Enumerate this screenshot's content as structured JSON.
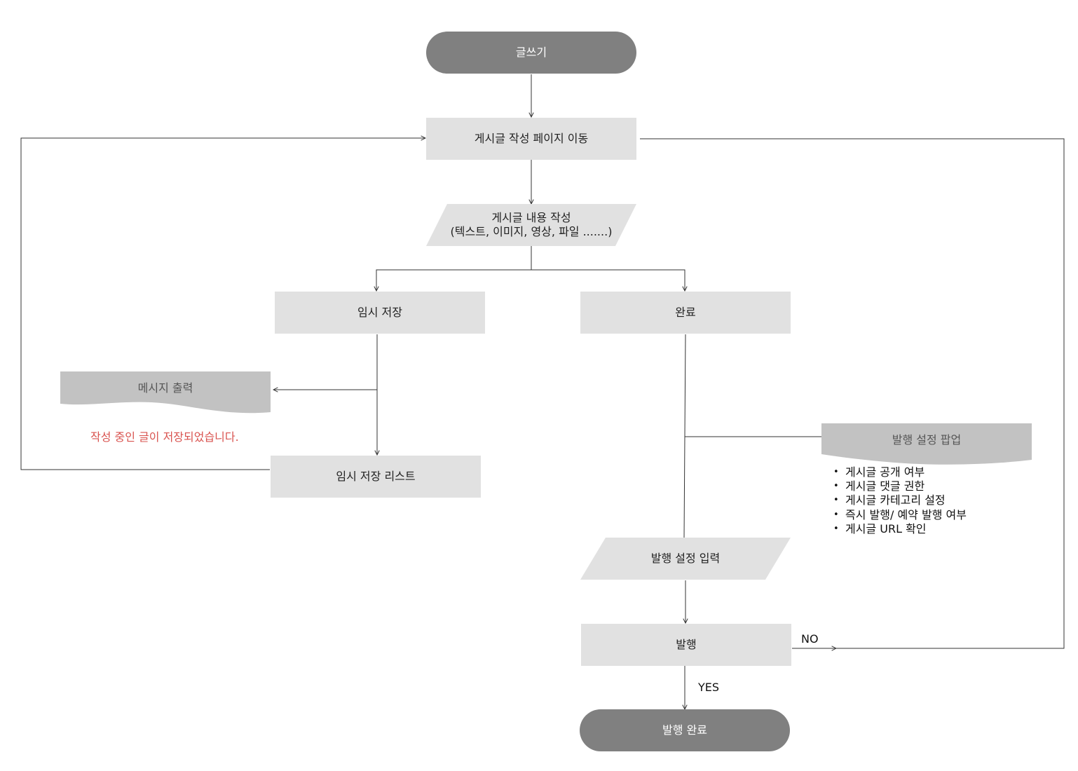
{
  "colors": {
    "terminal_fill": "#808080",
    "process_fill": "#e1e1e1",
    "doc_fill": "#c2c2c2",
    "line": "#333333",
    "message_text": "#d9534f"
  },
  "nodes": {
    "start": "글쓰기",
    "move_page": "게시글 작성 페이지 이동",
    "write_content_line1": "게시글 내용 작성",
    "write_content_line2": "(텍스트, 이미지, 영상, 파일 .......)",
    "temp_save": "임시 저장",
    "complete": "완료",
    "message_output": "메시지 출력",
    "saved_message": "작성 중인 글이 저장되었습니다.",
    "temp_save_list": "임시 저장 리스트",
    "publish_popup": "발행 설정 팝업",
    "publish_input": "발행 설정 입력",
    "publish": "발행",
    "publish_done": "발행 완료"
  },
  "publish_popup_items": [
    "게시글 공개 여부",
    "게시글 댓글 권한",
    "게시글 카테고리 설정",
    "즉시 발행/ 예약 발행 여부",
    "게시글 URL 확인"
  ],
  "bullet_glyph": "•",
  "edge_labels": {
    "no": "NO",
    "yes": "YES"
  }
}
